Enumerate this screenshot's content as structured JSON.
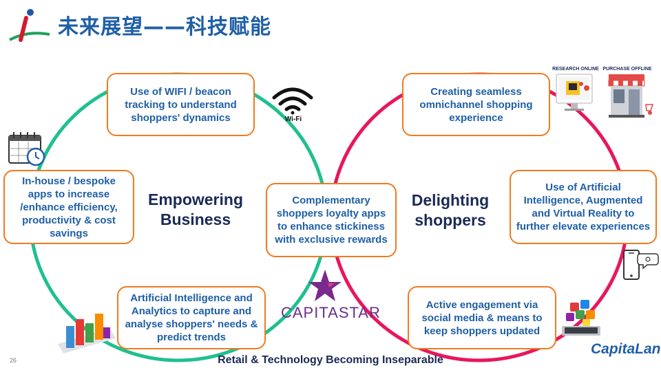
{
  "title": "未来展望——科技赋能",
  "page_number": "26",
  "left_circle_label": "Empowering Business",
  "right_circle_label": "Delighting shoppers",
  "boxes": {
    "wifi": "Use of WIFI  / beacon tracking to understand shoppers' dynamics",
    "inhouse": "In-house / bespoke apps to increase /enhance efficiency, productivity & cost savings",
    "ai_analytics": "Artificial Intelligence and Analytics to capture and analyse shoppers' needs & predict trends",
    "loyalty": "Complementary shoppers loyalty apps to enhance stickiness with exclusive rewards",
    "omnichannel": "Creating seamless omnichannel shopping experience",
    "ai_ar_vr": "Use of Artificial Intelligence, Augmented and Virtual Reality to further elevate experiences",
    "social": "Active engagement via social media & means to keep shoppers updated"
  },
  "wifi_label": "Wi-Fi",
  "research_online": "RESEARCH ONLINE",
  "purchase_offline": "PURCHASE OFFLINE",
  "capitastar": "CAPITASTAR",
  "capitaland": "CapitaLand",
  "footer": "Retail & Technology Becoming Inseparable",
  "colors": {
    "left_ring": "#1fc08f",
    "right_ring": "#e8175d",
    "box_border": "#f07a20",
    "box_text": "#1f5fa6",
    "title": "#1f5fa6"
  },
  "icons": [
    "logo-i-icon",
    "calendar-clock-icon",
    "wifi-icon",
    "research-online-icon",
    "store-icon",
    "smartphone-chat-icon",
    "social-media-icon",
    "bar-chart-icon",
    "capitastar-star-icon",
    "capitaland-logo"
  ]
}
